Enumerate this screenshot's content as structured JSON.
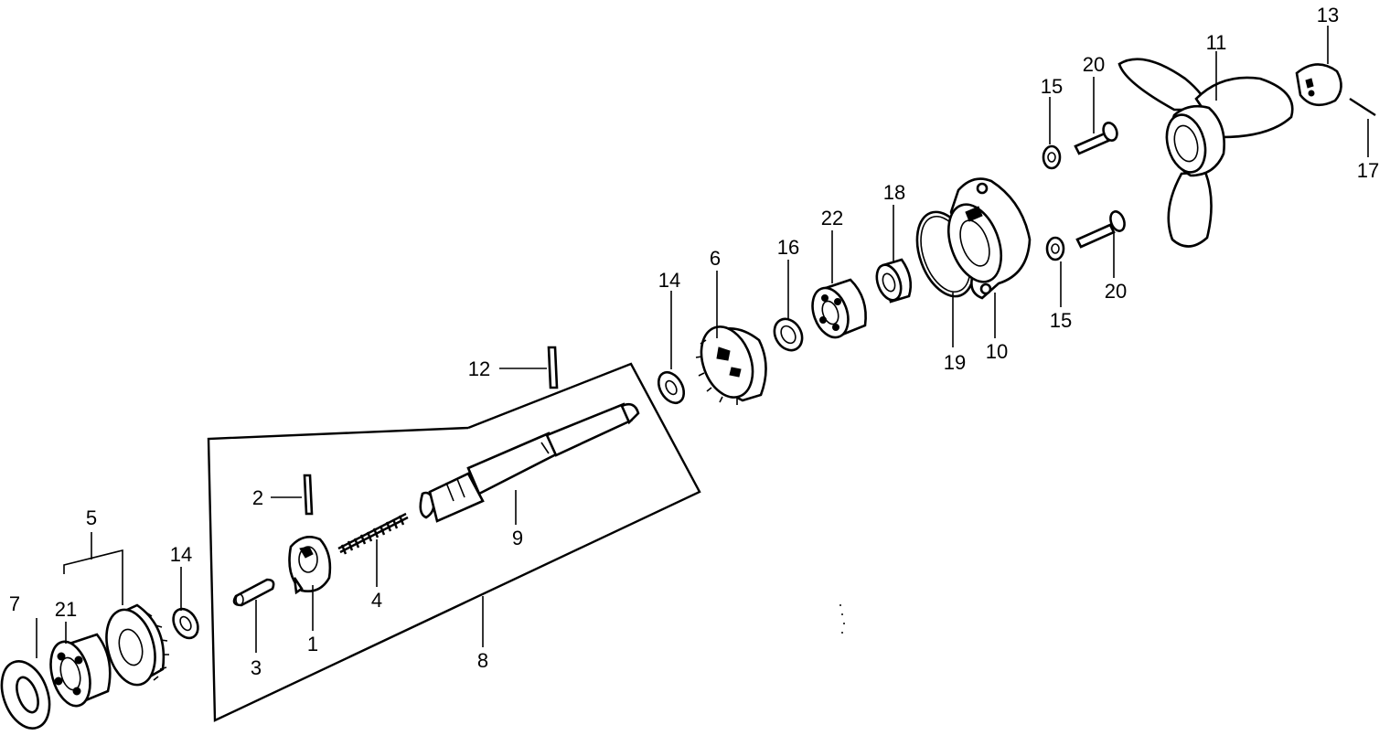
{
  "diagram": {
    "callouts": [
      {
        "id": "c1",
        "text": "1"
      },
      {
        "id": "c2",
        "text": "2"
      },
      {
        "id": "c3",
        "text": "3"
      },
      {
        "id": "c4",
        "text": "4"
      },
      {
        "id": "c5",
        "text": "5"
      },
      {
        "id": "c6",
        "text": "6"
      },
      {
        "id": "c7",
        "text": "7"
      },
      {
        "id": "c8",
        "text": "8"
      },
      {
        "id": "c9",
        "text": "9"
      },
      {
        "id": "c10",
        "text": "10"
      },
      {
        "id": "c11",
        "text": "11"
      },
      {
        "id": "c12",
        "text": "12"
      },
      {
        "id": "c13",
        "text": "13"
      },
      {
        "id": "c14a",
        "text": "14"
      },
      {
        "id": "c14b",
        "text": "14"
      },
      {
        "id": "c15a",
        "text": "15"
      },
      {
        "id": "c15b",
        "text": "15"
      },
      {
        "id": "c16",
        "text": "16"
      },
      {
        "id": "c17",
        "text": "17"
      },
      {
        "id": "c18",
        "text": "18"
      },
      {
        "id": "c19",
        "text": "19"
      },
      {
        "id": "c20a",
        "text": "20"
      },
      {
        "id": "c20b",
        "text": "20"
      },
      {
        "id": "c21",
        "text": "21"
      },
      {
        "id": "c22",
        "text": "22"
      }
    ]
  }
}
